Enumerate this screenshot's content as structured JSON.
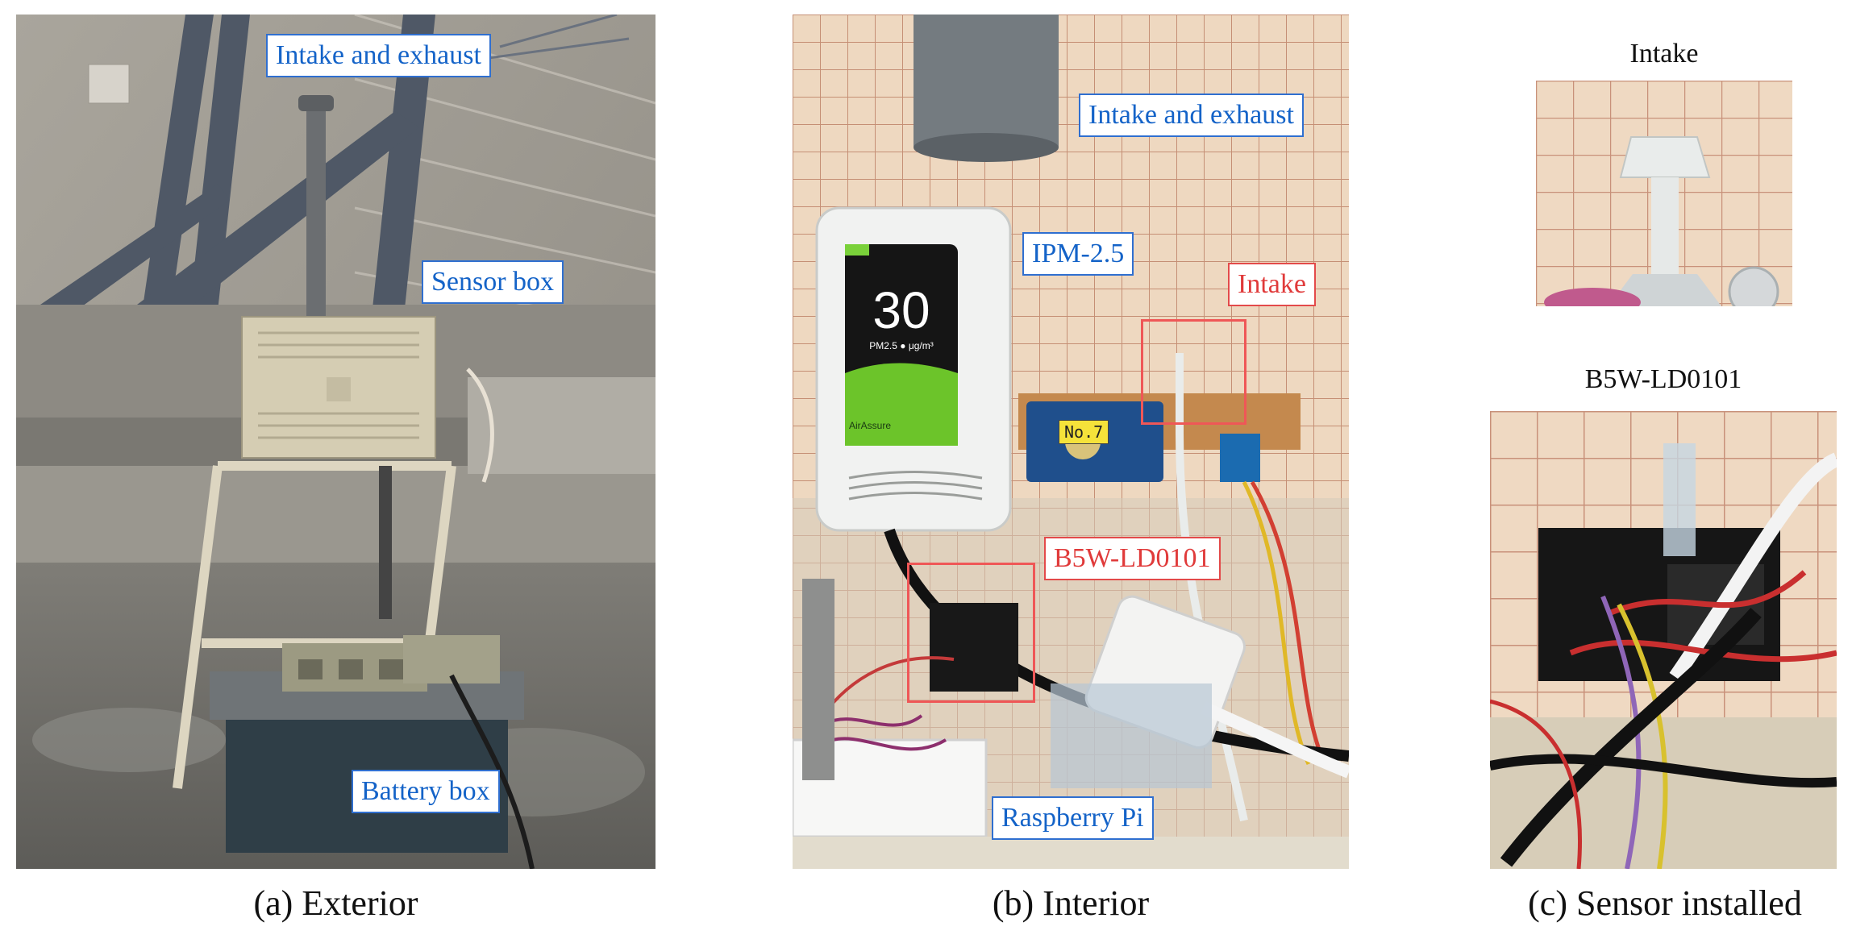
{
  "panels": {
    "exterior": {
      "caption": "(a) Exterior",
      "labels": {
        "intake_exhaust": "Intake and exhaust",
        "sensor_box": "Sensor box",
        "battery_box": "Battery box"
      }
    },
    "interior": {
      "caption": "(b) Interior",
      "labels": {
        "intake_exhaust": "Intake and exhaust",
        "ipm": "IPM-2.5",
        "intake": "Intake",
        "b5w": "B5W-LD0101",
        "raspberry_pi": "Raspberry Pi"
      },
      "meter_value": "30",
      "meter_unit": "PM2.5 ● μg/m³",
      "meter_brand": "AirAssure",
      "sensor_badge": "No.7"
    },
    "sensor": {
      "caption": "(c) Sensor installed",
      "intake_title": "Intake",
      "b5w_title": "B5W-LD0101"
    }
  },
  "colors": {
    "label_blue_border": "#2f6fd0",
    "label_blue_text": "#1463c8",
    "label_red_border": "#e34a4a",
    "label_red_text": "#e03a3a",
    "highlight_red": "#ef5757"
  }
}
